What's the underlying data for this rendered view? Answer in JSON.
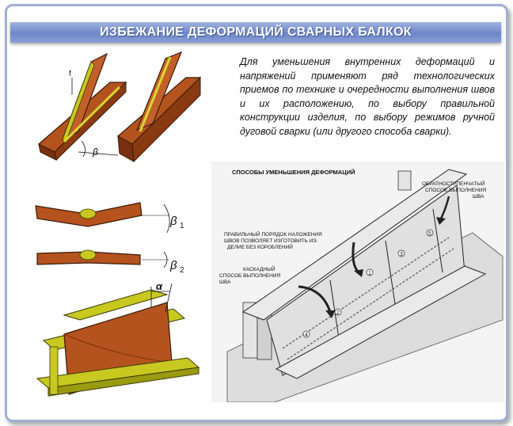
{
  "header": {
    "title": "ИЗБЕЖАНИЕ ДЕФОРМАЦИЙ СВАРНЫХ БАЛКОК"
  },
  "intro": {
    "text": "Для уменьшения внутренних деформаций и напряжений применяют ряд технологических приемов по технике и очередности выполнения швов и их расположению, по выбору правильной конструкции изделия, по выбору режимов ручной дуговой сварки (или другого способа сварки)."
  },
  "figure_beams": {
    "label_f": "f",
    "label_beta": "β"
  },
  "figure_plates": {
    "label_beta1": "β",
    "sub_1": "1",
    "label_beta2": "β",
    "sub_2": "2"
  },
  "figure_ibeam": {
    "label_alpha": "α"
  },
  "figure_methods": {
    "title": "СПОСОБЫ УМЕНЬШЕНИЯ ДЕФОРМАЦИЙ",
    "label_reverse": [
      "ОБРАТНОСТУПЕНЧАТЫЙ",
      "СПОСОБ ВЫПОЛНЕНИЯ",
      "ШВА"
    ],
    "label_order": [
      "ПРАВИЛЬНЫЙ ПОРЯДОК НАЛОЖЕНИЯ",
      "ШВОВ ПОЗВОЛЯЕТ ИЗГОТОВИТЬ ИЗ-",
      "ДЕЛИЕ БЕЗ КОРОБЛЕНИЙ"
    ],
    "label_cascade": [
      "КАСКАДНЫЙ",
      "СПОСОБ ВЫПОЛНЕНИЯ",
      "ШВА"
    ],
    "numbers": [
      "1",
      "2",
      "3",
      "4",
      "5"
    ]
  },
  "colors": {
    "title_bar": "#7088cc",
    "frame_border": "#9fb0d4",
    "metal": "#b5531f",
    "weld": "#c8c820"
  }
}
